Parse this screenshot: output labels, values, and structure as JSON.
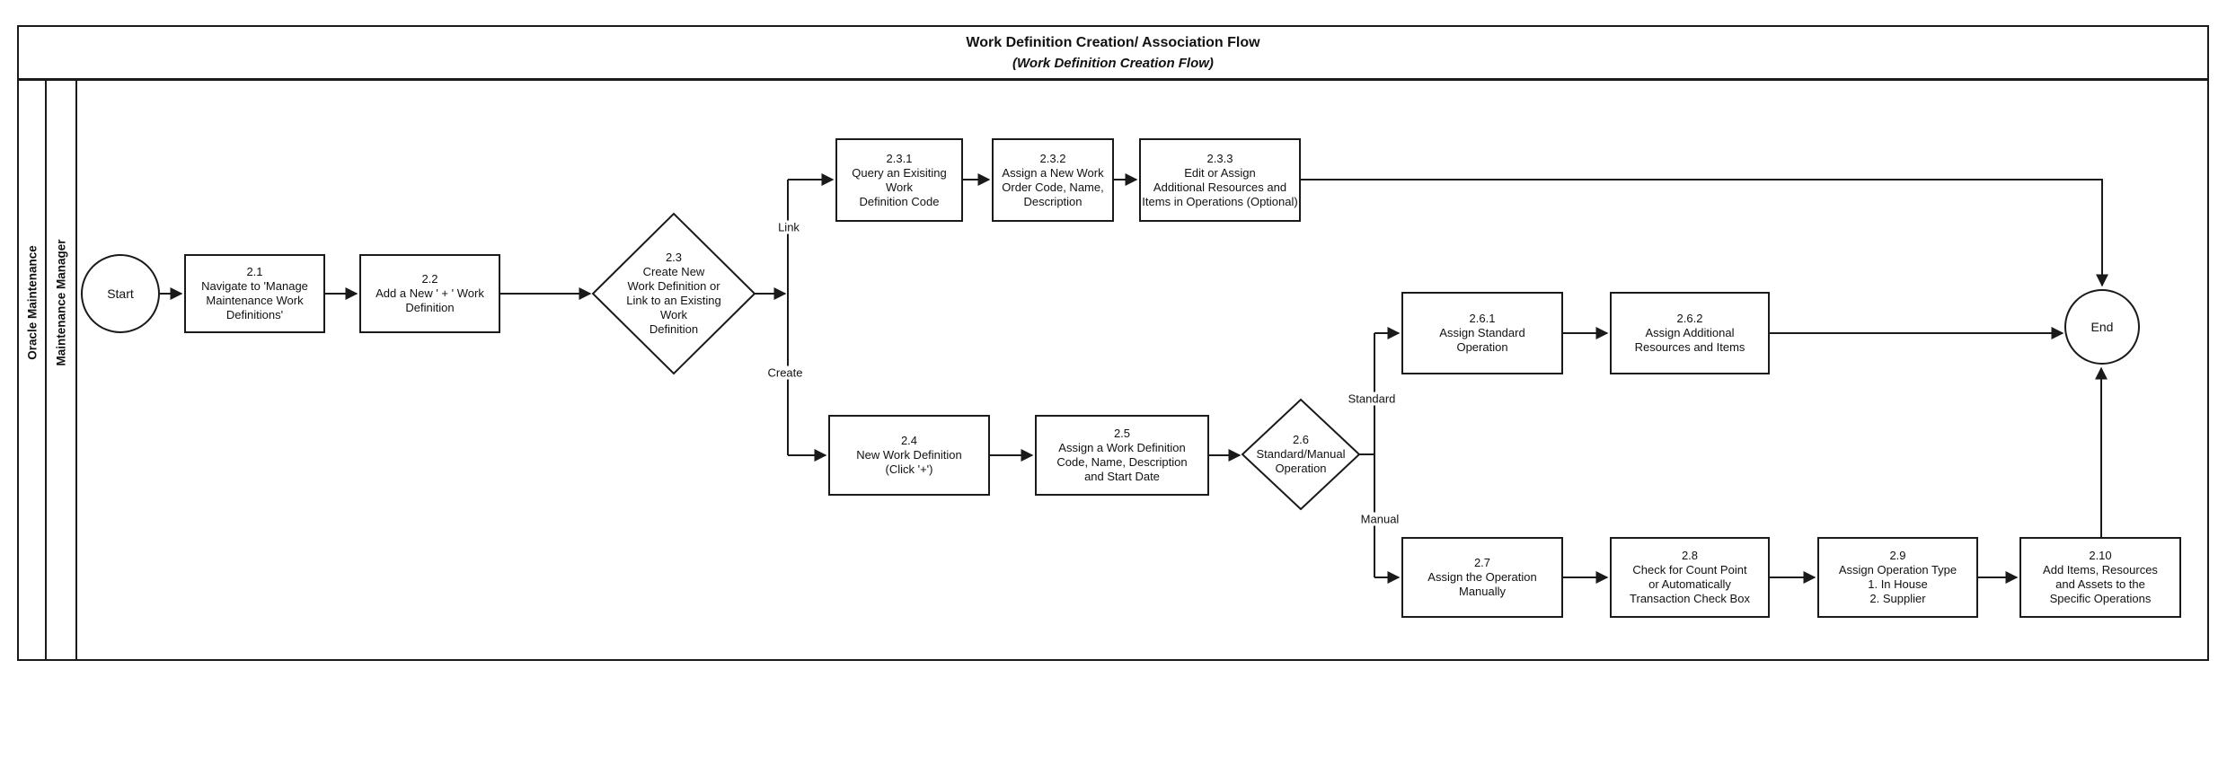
{
  "title": {
    "line1": "Work Definition Creation/ Association Flow",
    "line2": "(Work Definition Creation Flow)"
  },
  "lanes": {
    "pool": "Oracle Maintenance",
    "lane": "Maintenance Manager"
  },
  "terminators": {
    "start": "Start",
    "end": "End"
  },
  "edge_labels": {
    "link": "Link",
    "create": "Create",
    "standard": "Standard",
    "manual": "Manual"
  },
  "nodes": {
    "n2_1": {
      "num": "2.1",
      "text": "Navigate to 'Manage\nMaintenance Work\nDefinitions'"
    },
    "n2_2": {
      "num": "2.2",
      "text": "Add a New ' + ' Work\nDefinition"
    },
    "n2_3": {
      "num": "2.3",
      "text": "Create New\nWork Definition or\nLink to an Existing\nWork\nDefinition"
    },
    "n2_3_1": {
      "num": "2.3.1",
      "text": "Query an Exisiting Work\nDefinition Code"
    },
    "n2_3_2": {
      "num": "2.3.2",
      "text": "Assign a New Work\nOrder Code, Name,\nDescription"
    },
    "n2_3_3": {
      "num": "2.3.3",
      "text": "Edit or Assign\nAdditional Resources and\nItems in Operations (Optional)"
    },
    "n2_4": {
      "num": "2.4",
      "text": "New Work Definition\n(Click '+')"
    },
    "n2_5": {
      "num": "2.5",
      "text": "Assign a Work Definition\nCode, Name, Description\nand Start Date"
    },
    "n2_6": {
      "num": "2.6",
      "text": "Standard/Manual\nOperation"
    },
    "n2_6_1": {
      "num": "2.6.1",
      "text": "Assign Standard\nOperation"
    },
    "n2_6_2": {
      "num": "2.6.2",
      "text": "Assign Additional\nResources and Items"
    },
    "n2_7": {
      "num": "2.7",
      "text": "Assign the Operation\nManually"
    },
    "n2_8": {
      "num": "2.8",
      "text": "Check for Count Point\nor Automatically\nTransaction Check Box"
    },
    "n2_9": {
      "num": "2.9",
      "text": "Assign Operation Type\n1. In House\n2. Supplier"
    },
    "n2_10": {
      "num": "2.10",
      "text": "Add Items, Resources\nand Assets to the\nSpecific Operations"
    }
  },
  "colors": {
    "line": "#1a1a1a",
    "background": "#ffffff"
  }
}
